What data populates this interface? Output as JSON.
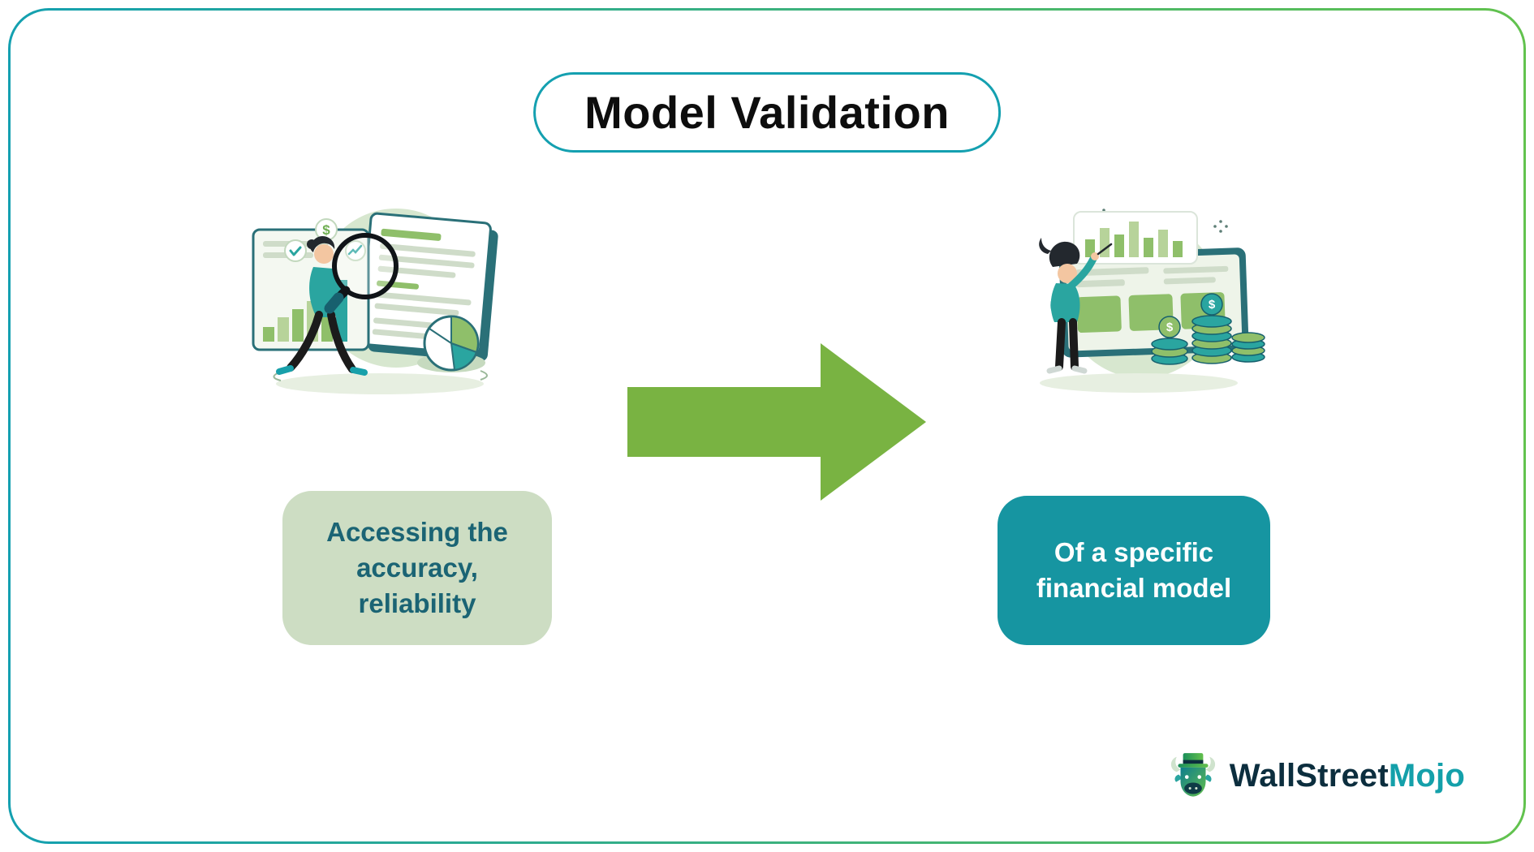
{
  "title": {
    "text": "Model Validation"
  },
  "flow": {
    "left_step": {
      "label": "Accessing the accuracy, reliability",
      "illustration": "analyst-examining-reports-with-magnifier"
    },
    "connector": {
      "type": "arrow-right"
    },
    "right_step": {
      "label": "Of a specific financial model",
      "illustration": "presenter-with-financial-dashboard-and-coins"
    }
  },
  "logo": {
    "brand_primary": "WallStreet",
    "brand_accent": "Mojo"
  },
  "colors": {
    "border_start": "#14a0b0",
    "border_end": "#62c24e",
    "title_outline": "#14a0b0",
    "arrow": "#79b342",
    "left_box_bg": "#cdddc3",
    "left_box_text": "#1b6474",
    "right_box_bg": "#1695a1",
    "right_box_text": "#ffffff",
    "brand_dark": "#0c2e3e",
    "brand_accent": "#14a0aa"
  }
}
